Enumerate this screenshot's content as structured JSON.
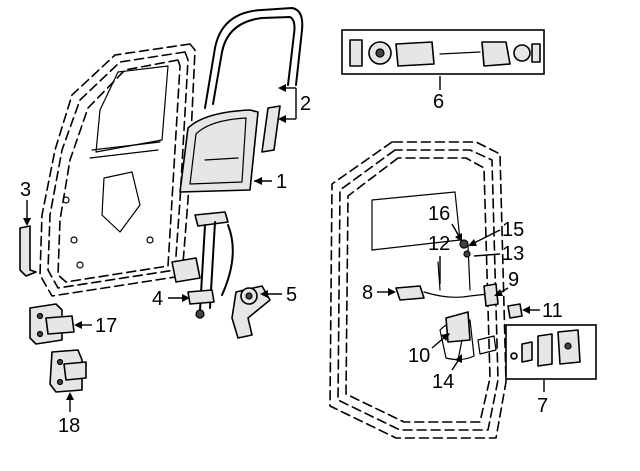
{
  "callouts": {
    "c1": "1",
    "c2": "2",
    "c3": "3",
    "c4": "4",
    "c5": "5",
    "c6": "6",
    "c7": "7",
    "c8": "8",
    "c9": "9",
    "c10": "10",
    "c11": "11",
    "c12": "12",
    "c13": "13",
    "c14": "14",
    "c15": "15",
    "c16": "16",
    "c17": "17",
    "c18": "18"
  },
  "parts": {
    "p1": "window-glass",
    "p2": "run-channel",
    "p3": "door-weatherstrip",
    "p4": "window-regulator",
    "p5": "regulator-motor",
    "p6": "lock-cylinder-kit",
    "p7": "striker-kit",
    "p8": "outside-handle",
    "p9": "lock-assembly",
    "p10": "actuator",
    "p11": "bumper",
    "p12": "lock-rod",
    "p13": "control-rod",
    "p14": "rod-link",
    "p15": "rod-clip",
    "p16": "retainer-clip",
    "p17": "upper-hinge",
    "p18": "lower-hinge"
  }
}
